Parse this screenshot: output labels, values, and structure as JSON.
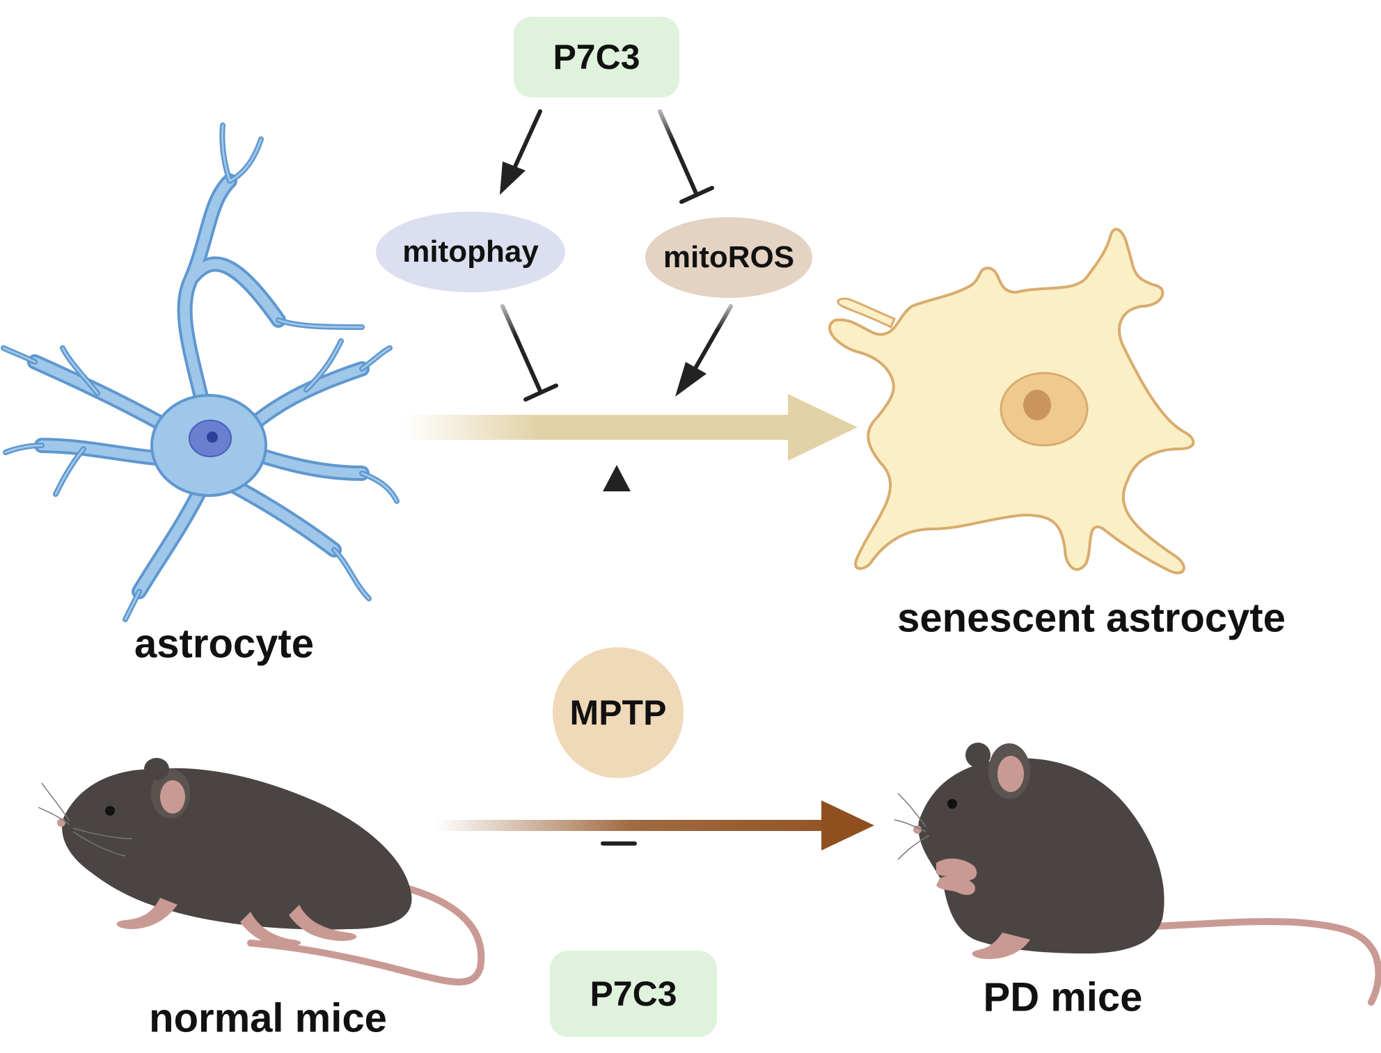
{
  "nodes": {
    "p7c3_top": "P7C3",
    "p7c3_bottom": "P7C3",
    "mitophagy": "mitophay",
    "mitoros": "mitoROS",
    "mptp": "MPTP"
  },
  "labels": {
    "astrocyte": "astrocyte",
    "senescent_astrocyte": "senescent astrocyte",
    "normal_mice": "normal mice",
    "pd_mice": "PD mice"
  },
  "colors": {
    "p7c3_box": "#dff2dc",
    "mitophagy_ellipse": "#dcdff0",
    "mitoros_ellipse": "#e4d2c2",
    "mptp_circle": "#f0d9b8",
    "astrocyte_fill": "#9ec7ea",
    "astrocyte_stroke": "#5f97cf",
    "nucleus_fill": "#6b7fd1",
    "senescent_fill": "#fbefc6",
    "senescent_stroke": "#d8ac6e",
    "senescent_nucleus": "#f0c98e",
    "cell_arrow": "#e2d2a6",
    "mouse_arrow": "#8f5020",
    "mouse_body": "#4a4543",
    "mouse_pink": "#c99a93",
    "inhibitor_line": "#222222"
  },
  "relations": [
    {
      "from": "P7C3",
      "to": "mitophay",
      "type": "activates"
    },
    {
      "from": "P7C3",
      "to": "mitoROS",
      "type": "inhibits"
    },
    {
      "from": "mitophay",
      "to": "astrocyte senescence",
      "type": "inhibits"
    },
    {
      "from": "mitoROS",
      "to": "astrocyte senescence",
      "type": "activates"
    },
    {
      "from": "MPTP",
      "to": "astrocyte senescence",
      "type": "activates"
    },
    {
      "from": "P7C3",
      "to": "PD progression",
      "type": "inhibits"
    }
  ]
}
